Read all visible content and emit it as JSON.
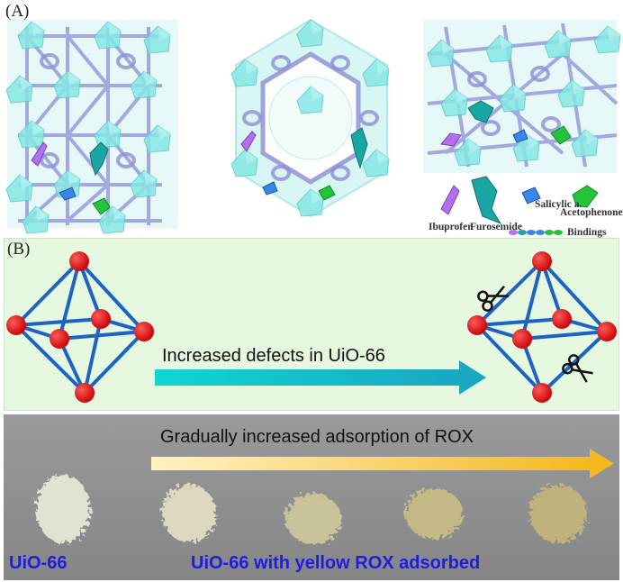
{
  "panel_a": {
    "label": "(A)",
    "legend": {
      "ibuprofen": "Ibuprofen",
      "furosemide": "Furosemide",
      "salicylic": "Salicylic a.",
      "acetophenone": "Acetophenone",
      "bindings": "Bindings"
    },
    "colors": {
      "framework_cyan": "#7fe6e2",
      "linker_lavender": "#8e8ed8",
      "ibuprofen": "#b46ef0",
      "furosemide": "#1aa7a4",
      "salicylic": "#3a86e8",
      "acetophenone": "#24c43a"
    }
  },
  "panel_b": {
    "label": "(B)",
    "arrow_text": "Increased defects in UiO-66",
    "colors": {
      "node": "#e00000",
      "edge": "#1b63c4",
      "arrow": "#15c9c4"
    }
  },
  "panel_c": {
    "arrow_text": "Gradually increased adsorption of ROX",
    "caption_left": "UiO-66",
    "caption_right": "UiO-66 with yellow ROX adsorbed",
    "colors": {
      "arrow": "#f5b820",
      "caption": "#1d1de0"
    }
  }
}
